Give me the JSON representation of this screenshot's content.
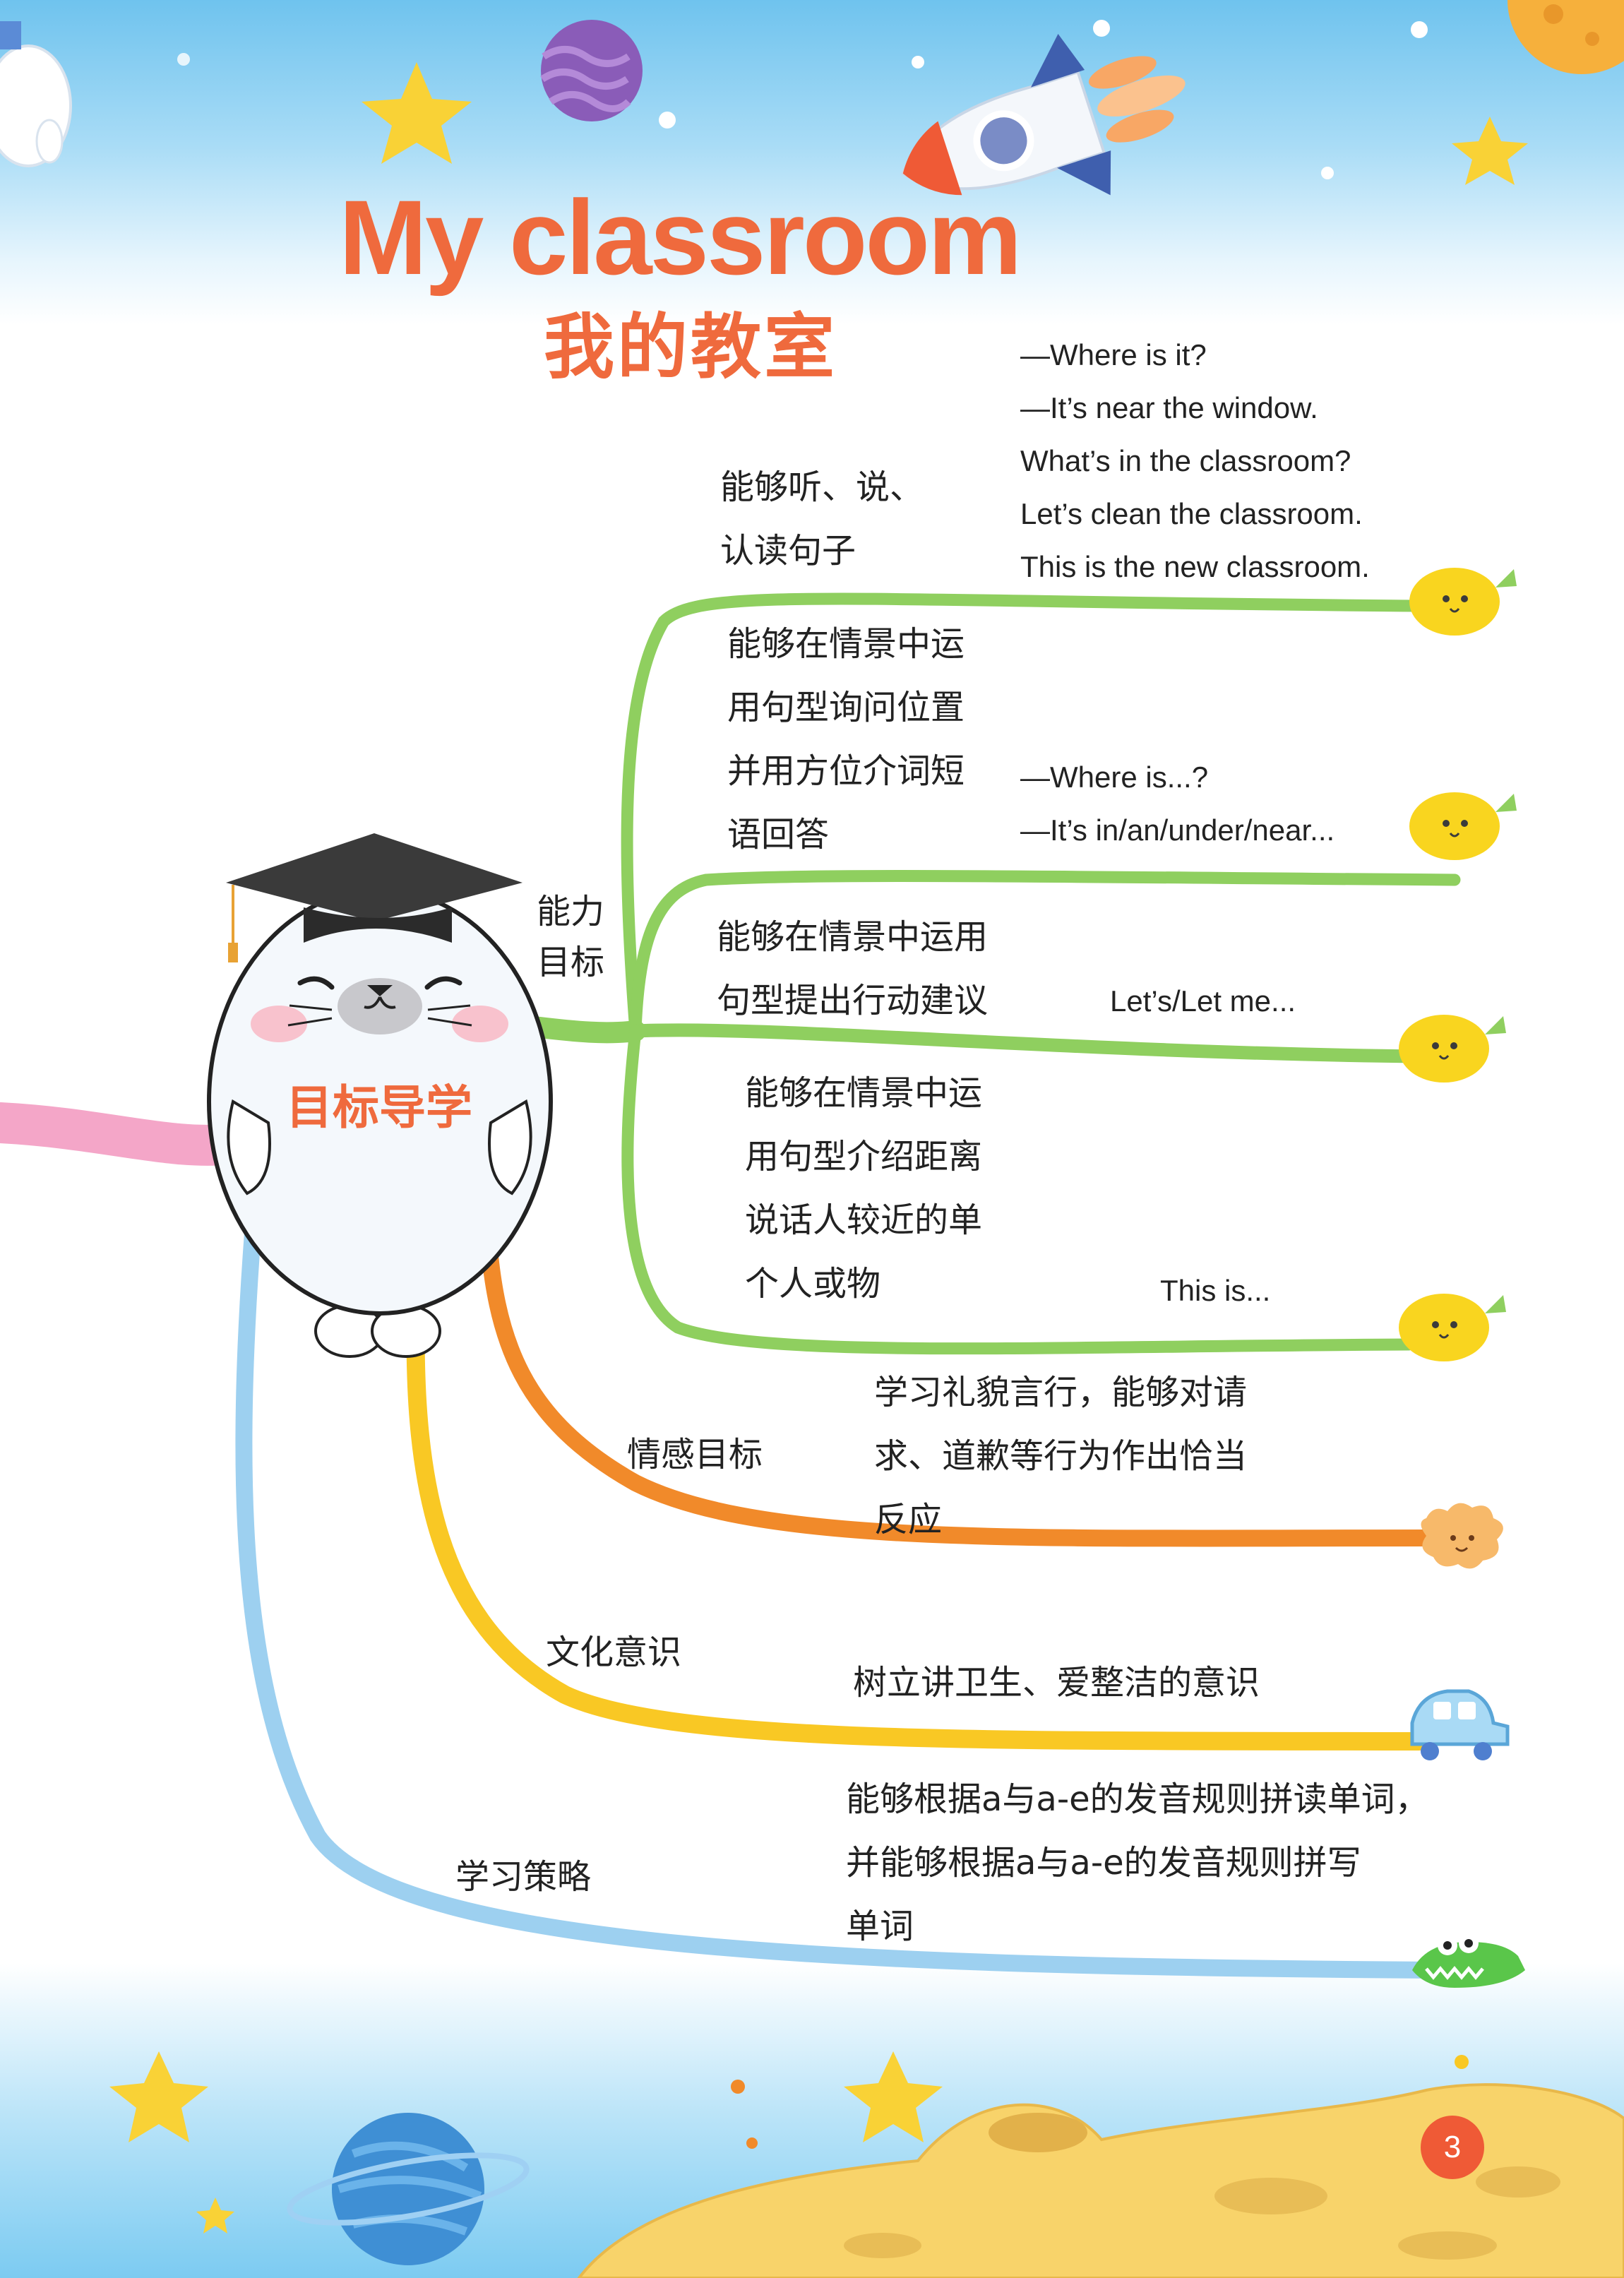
{
  "title": {
    "english": "My classroom",
    "chinese": "我的教室"
  },
  "center": {
    "label": "目标导学"
  },
  "branches": [
    {
      "label_lines": [
        "能力",
        "目标"
      ],
      "color": "#8fcf5f",
      "sub_branches": [
        {
          "description_lines": [
            "能够听、说、",
            "认读句子"
          ],
          "example_lines": [
            "—Where is it?",
            "—It’s near the window.",
            "What’s in the classroom?",
            "Let’s clean the classroom.",
            "This is the new classroom."
          ],
          "end_icon": "lemon-icon"
        },
        {
          "description_lines": [
            "能够在情景中运",
            "用句型询问位置",
            "并用方位介词短",
            "语回答"
          ],
          "example_lines": [
            "—Where is...?",
            "—It’s in/an/under/near..."
          ],
          "end_icon": "lemon-icon"
        },
        {
          "description_lines": [
            "能够在情景中运用",
            "句型提出行动建议"
          ],
          "example_lines": [
            "Let’s/Let me..."
          ],
          "end_icon": "lemon-icon"
        },
        {
          "description_lines": [
            "能够在情景中运",
            "用句型介绍距离",
            "说话人较近的单",
            "个人或物"
          ],
          "example_lines": [
            "This is..."
          ],
          "end_icon": "lemon-icon"
        }
      ]
    },
    {
      "label": "情感目标",
      "color": "#f18a2a",
      "description_lines": [
        "学习礼貌言行，能够对请",
        "求、道歉等行为作出恰当",
        "反应"
      ],
      "end_icon": "cookie-icon"
    },
    {
      "label": "文化意识",
      "color": "#f9c824",
      "description_lines": [
        "树立讲卫生、爱整洁的意识"
      ],
      "end_icon": "car-icon"
    },
    {
      "label": "学习策略",
      "color": "#9dd0f0",
      "description_lines": [
        "能够根据a与a-e的发音规则拼读单词，",
        "并能够根据a与a-e的发音规则拼写",
        "单词"
      ],
      "end_icon": "crocodile-icon"
    }
  ],
  "page_number": "3",
  "colors": {
    "title": "#ef6a3d",
    "incoming_branch": "#f4a6c8",
    "page_badge": "#ef5a36"
  }
}
